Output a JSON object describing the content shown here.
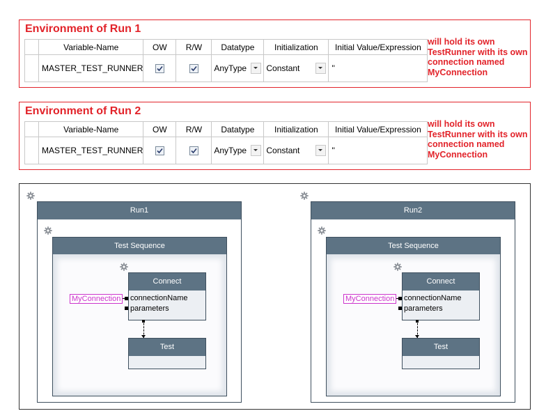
{
  "columns": [
    "Variable-Name",
    "OW",
    "R/W",
    "Datatype",
    "Initialization",
    "Initial Value/Expression"
  ],
  "environments": [
    {
      "title": "Environment of Run 1",
      "note": "will hold its own TestRunner with its own connection named MyConnection",
      "row": {
        "name": "MASTER_TEST_RUNNER",
        "ow": true,
        "rw": true,
        "datatype": "AnyType",
        "initialization": "Constant",
        "value": "''"
      }
    },
    {
      "title": "Environment of Run 2",
      "note": "will hold its own TestRunner with its own connection named MyConnection",
      "row": {
        "name": "MASTER_TEST_RUNNER",
        "ow": true,
        "rw": true,
        "datatype": "AnyType",
        "initialization": "Constant",
        "value": "''"
      }
    }
  ],
  "runs": [
    {
      "title": "Run1",
      "sequence": "Test Sequence",
      "connect_step": {
        "title": "Connect",
        "params": [
          "connectionName",
          "parameters"
        ]
      },
      "variable": "MyConnection",
      "test_step": {
        "title": "Test"
      }
    },
    {
      "title": "Run2",
      "sequence": "Test Sequence",
      "connect_step": {
        "title": "Connect",
        "params": [
          "connectionName",
          "parameters"
        ]
      },
      "variable": "MyConnection",
      "test_step": {
        "title": "Test"
      }
    }
  ],
  "colors": {
    "accent_red": "#e2232a",
    "box_header": "#5d7384",
    "variable_magenta": "#cc33cc"
  },
  "icons": {
    "container_icon": "gear-icon",
    "checkbox_icon": "checkmark-icon"
  }
}
